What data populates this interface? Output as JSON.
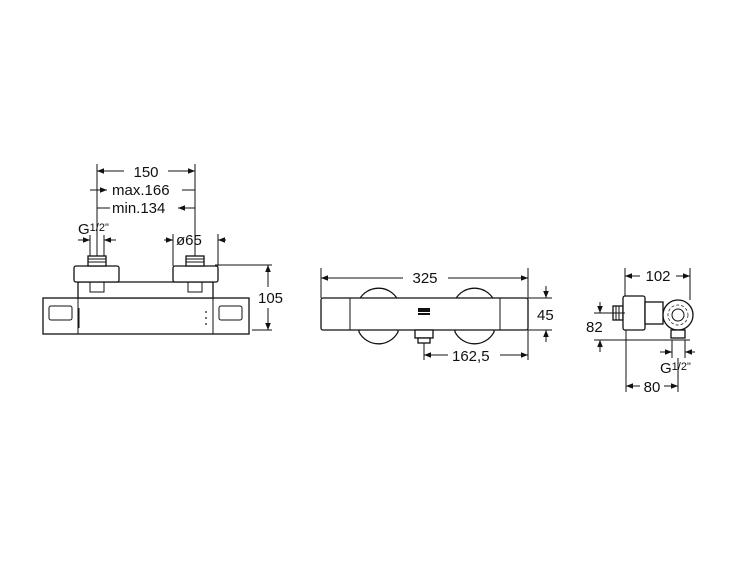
{
  "front_view": {
    "width": "150",
    "max": "max.166",
    "min": "min.134",
    "inlet_thread": "G",
    "inlet_fraction": "1/2\"",
    "diameter": "ø65",
    "height": "105"
  },
  "top_view": {
    "length": "325",
    "depth": "45",
    "outlet_offset": "162,5"
  },
  "side_view": {
    "depth": "102",
    "outlet_height": "82",
    "inlet_offset": "80",
    "outlet_thread": "G",
    "outlet_fraction": "1/2\""
  },
  "icon_names": {
    "logo": "roca-logo-icon",
    "arrow": "dimension-arrow-icon"
  },
  "colors": {
    "line": "#111111",
    "background": "#ffffff"
  }
}
